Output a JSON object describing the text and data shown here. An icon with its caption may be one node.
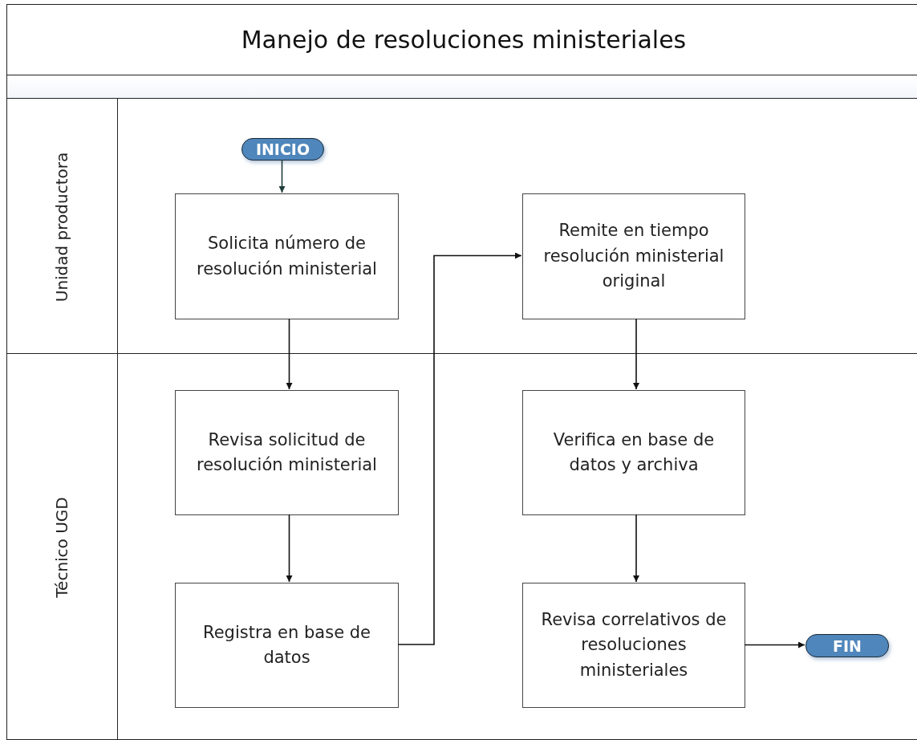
{
  "diagram": {
    "title": "Manejo de resoluciones ministeriales",
    "nodes": [
      {
        "text": [
          "Unidad productora"
        ]
      },
      {
        "text": [
          "Técnico UGD"
        ]
      },
      {
        "text": [
          "INICIO"
        ],
        "in": 0
      },
      {
        "text": [
          "Solicita número de resolución ministerial"
        ],
        "in": 0
      },
      {
        "text": [
          "Remite en tiempo resolución ministerial original"
        ],
        "in": 0
      },
      {
        "text": [
          "Revisa solicitud de resolución ministerial"
        ],
        "in": 1
      },
      {
        "text": [
          "Registra en base de datos"
        ],
        "in": 1
      },
      {
        "text": [
          "Verifica en base de datos y archiva"
        ],
        "in": 1
      },
      {
        "text": [
          "Revisa correlativos de resoluciones ministeriales"
        ],
        "in": 1
      },
      {
        "text": [
          "FIN"
        ],
        "in": 1
      }
    ],
    "edges": [
      {
        "from": 2,
        "to": 3,
        "arrow": "to",
        "color": "#1e3d3a"
      },
      {
        "from": 3,
        "to": 5,
        "arrow": "to"
      },
      {
        "from": 5,
        "to": 6,
        "arrow": "to"
      },
      {
        "from": 6,
        "to": 4,
        "arrow": "to"
      },
      {
        "from": 4,
        "to": 7,
        "arrow": "to"
      },
      {
        "from": 7,
        "to": 8,
        "arrow": "to"
      },
      {
        "from": 8,
        "to": 9,
        "arrow": "to"
      }
    ]
  }
}
